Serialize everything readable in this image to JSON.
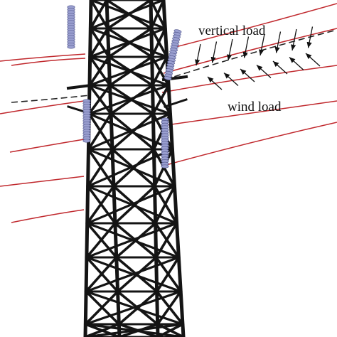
{
  "figure": {
    "labels": {
      "vertical_load": "vertical load",
      "wind_load": "wind load"
    },
    "colors": {
      "tower": "#141414",
      "conductor": "#c0282d",
      "insulator": "#9a9fd0",
      "insulator_edge": "#5a5f94",
      "ground_wire": "#222222",
      "arrow": "#111111",
      "background": "#ffffff"
    },
    "arrow_counts": {
      "vertical_load": 8,
      "wind_load": 7
    }
  }
}
